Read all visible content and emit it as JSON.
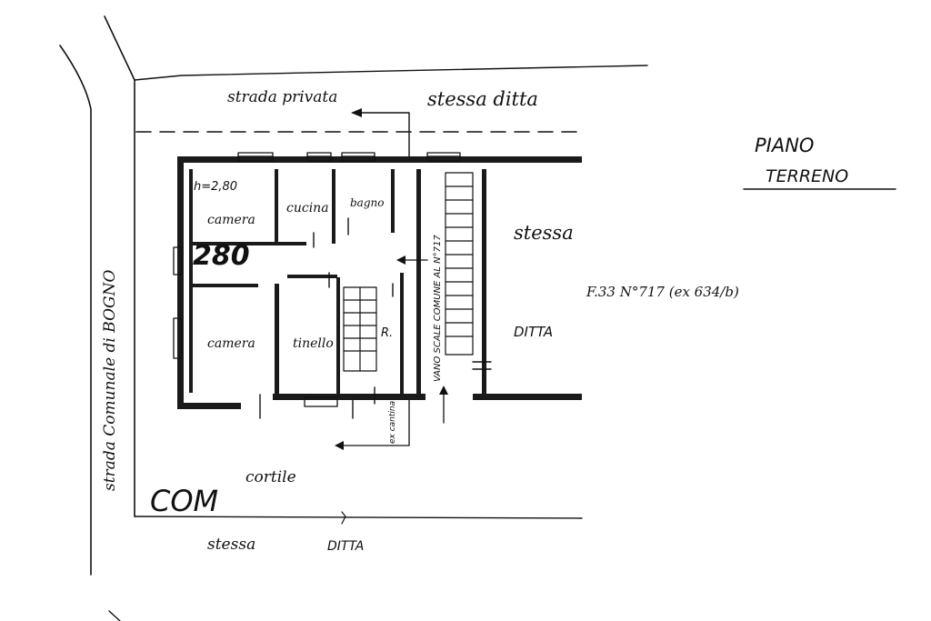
{
  "labels": {
    "strada_privata": "strada privata",
    "stessa_ditta_top": "stessa ditta",
    "piano": "PIANO",
    "terreno": "TERRENO",
    "strada_comunale": "strada Comunale di BOGNO",
    "stessa_right": "stessa",
    "ditta_right": "DITTA",
    "foglio": "F.33 N°717 (ex 634/b)",
    "h_label": "h=2,80",
    "code_280": "280",
    "camera_top": "camera",
    "cucina": "cucina",
    "bagno": "bagno",
    "camera_bottom": "camera",
    "tinello": "tinello",
    "r_label": "R.",
    "vano_scale": "VANO SCALE COMUNE AL N°717",
    "ex_cantina": "ex cantina",
    "cortile": "cortile",
    "com": "COM",
    "stessa_bottom": "stessa",
    "ditta_bottom": "DITTA"
  },
  "colors": {
    "ink": "#111111",
    "paper": "#ffffff"
  }
}
